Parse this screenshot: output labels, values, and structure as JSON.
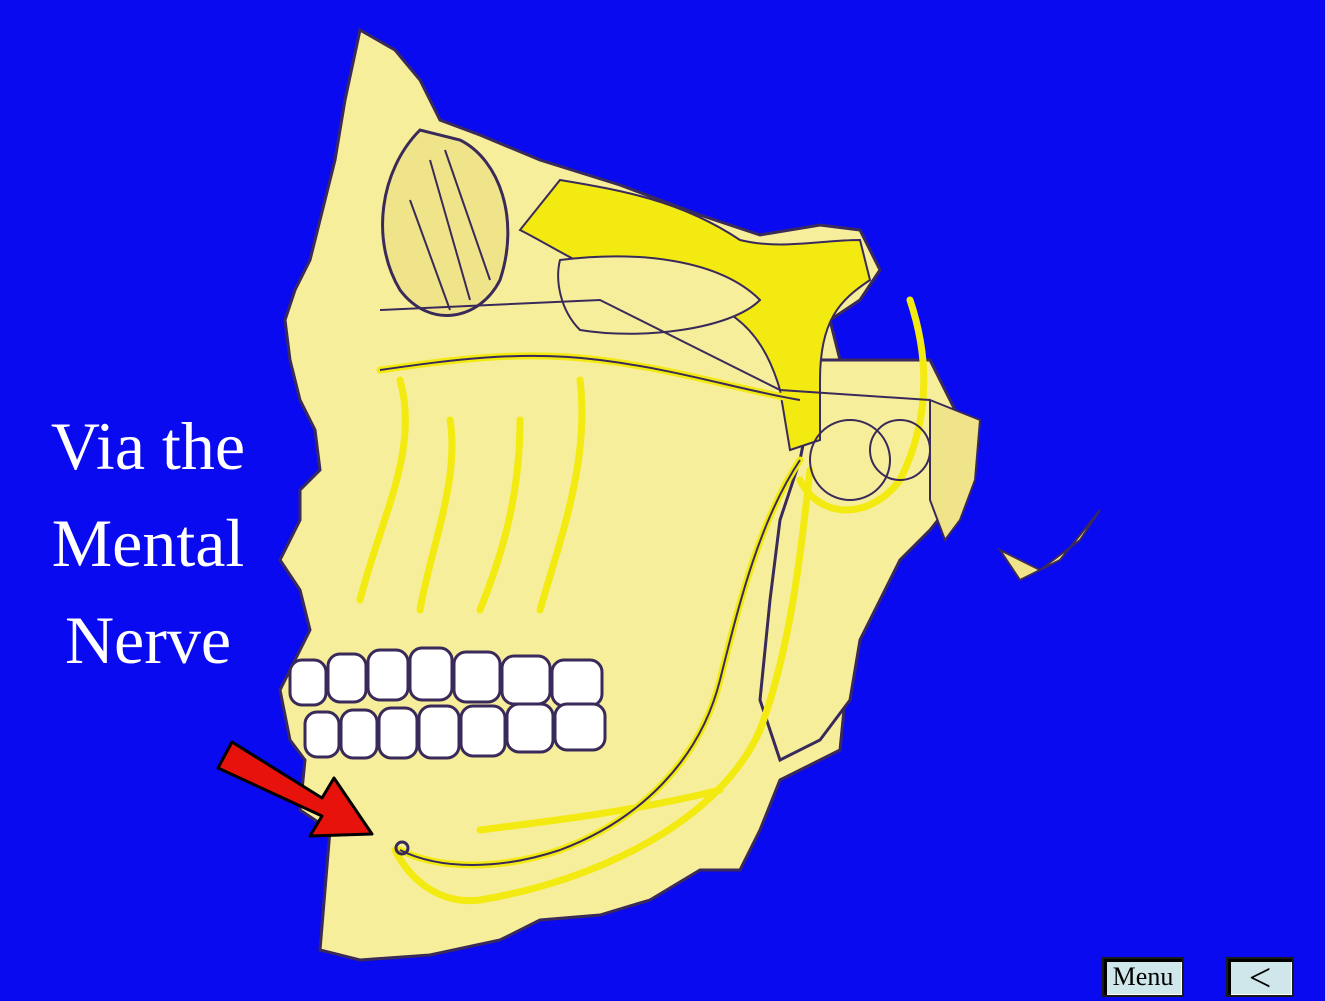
{
  "slide": {
    "caption_lines": [
      "Via the",
      "Mental",
      "Nerve"
    ],
    "illustration_name": "skull-nerve-illustration",
    "pointer_name": "red-arrow-pointer"
  },
  "nav": {
    "menu_label": "Menu",
    "back_label": "<"
  },
  "colors": {
    "background": "#0a0af0",
    "bone": "#f7ee9c",
    "nerve": "#f2ea10",
    "arrow": "#e8120c",
    "button": "#cfe6ea"
  }
}
